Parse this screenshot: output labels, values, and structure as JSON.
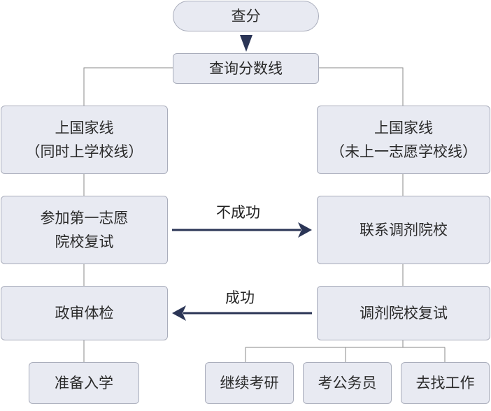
{
  "nodes": {
    "start": {
      "text": "查分"
    },
    "query": {
      "text": "查询分数线"
    },
    "left_line": {
      "line1": "上国家线",
      "line2": "（同时上学校线）"
    },
    "right_line": {
      "line1": "上国家线",
      "line2": "（未上一志愿学校线）"
    },
    "first_choice": {
      "line1": "参加第一志愿",
      "line2": "院校复试"
    },
    "adjust_contact": {
      "text": "联系调剂院校"
    },
    "political_check": {
      "text": "政审体检"
    },
    "adjust_retest": {
      "text": "调剂院校复试"
    },
    "enroll": {
      "text": "准备入学"
    },
    "continue_exam": {
      "text": "继续考研"
    },
    "civil_service": {
      "text": "考公务员"
    },
    "find_job": {
      "text": "去找工作"
    }
  },
  "edges": {
    "fail_label": "不成功",
    "success_label": "成功"
  },
  "colors": {
    "box_fill": "#e8eaf2",
    "box_border": "#a9adbb",
    "arrow": "#2b3556",
    "connector": "#8a8a8a"
  }
}
